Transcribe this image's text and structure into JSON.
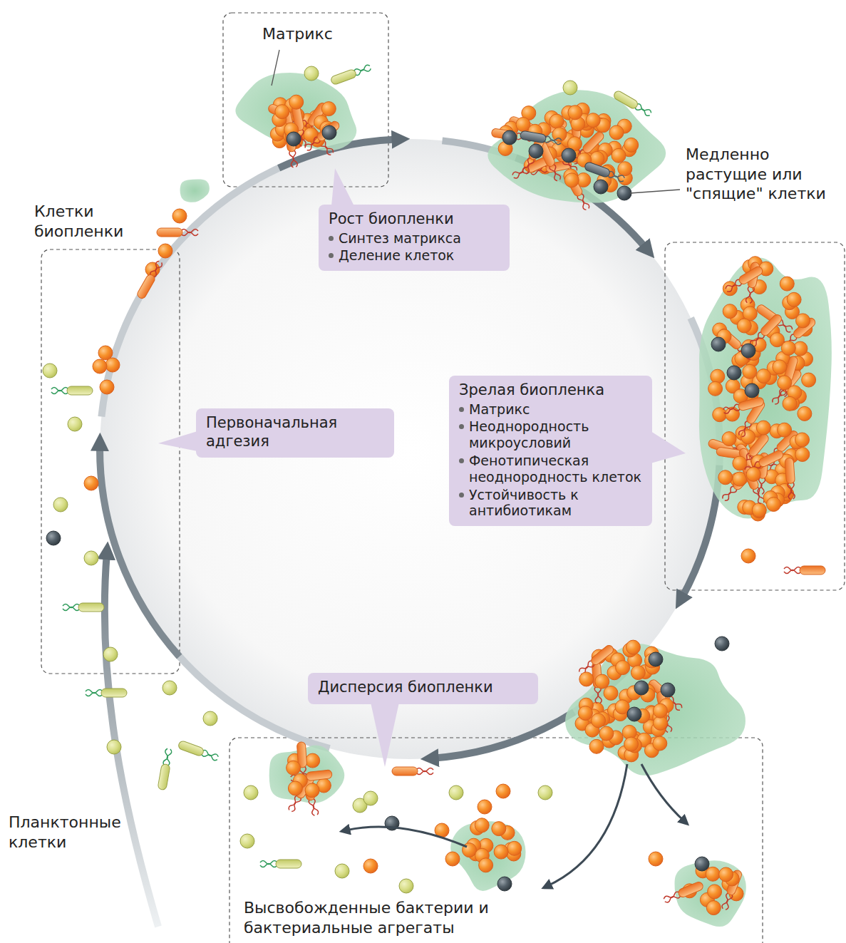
{
  "diagram": {
    "nodes": [
      {
        "text": [
          "Рост биопленки",
          "Синтез матрикса",
          "Деление клеток"
        ]
      },
      {
        "text": [
          "Зрелая биопленка",
          "Матрикс",
          "Неоднородность микроусловий",
          "Фенотипическая неоднородность клеток",
          "Устойчивость к антибиотикам"
        ]
      },
      {
        "text": [
          "Первоначальная адгезия"
        ]
      },
      {
        "text": [
          "Дисперсия биопленки"
        ]
      }
    ],
    "labels": [
      "Матрикс",
      "Медленно растущие или \"спящие\" клетки",
      "Клетки биопленки",
      "Планктонные клетки",
      "Высвобожденные бактерии и бактериальные агрегаты"
    ]
  }
}
